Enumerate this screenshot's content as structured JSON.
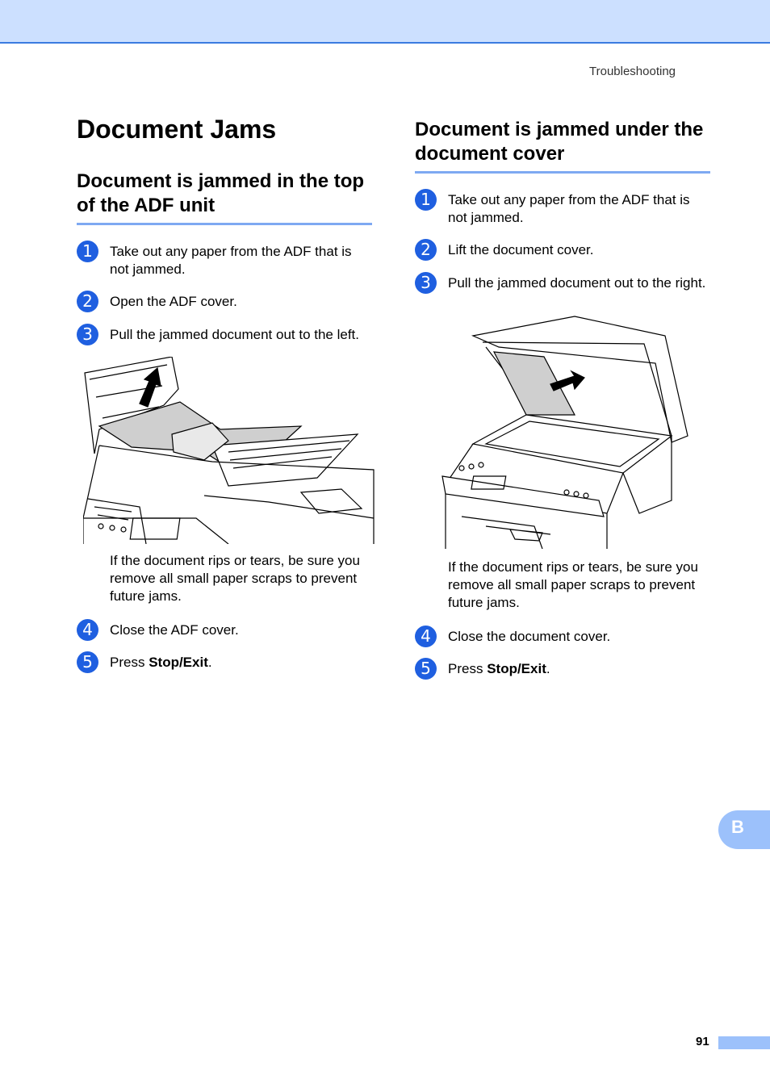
{
  "header": {
    "running_title": "Troubleshooting"
  },
  "page_title": "Document Jams",
  "left": {
    "heading": "Document is jammed in the top of the ADF unit",
    "steps": [
      {
        "num": "1",
        "text": "Take out any paper from the ADF that is not jammed."
      },
      {
        "num": "2",
        "text": "Open the ADF cover."
      },
      {
        "num": "3",
        "text": "Pull the jammed document out to the left."
      }
    ],
    "note": "If the document rips or tears, be sure you remove all small paper scraps to prevent future jams.",
    "steps_after": [
      {
        "num": "4",
        "text": "Close the ADF cover."
      },
      {
        "num": "5",
        "text_prefix": "Press ",
        "bold": "Stop/Exit",
        "text_suffix": "."
      }
    ]
  },
  "right": {
    "heading": "Document is jammed under the document cover",
    "steps": [
      {
        "num": "1",
        "text": "Take out any paper from the ADF that is not jammed."
      },
      {
        "num": "2",
        "text": "Lift the document cover."
      },
      {
        "num": "3",
        "text": "Pull the jammed document out to the right."
      }
    ],
    "note": "If the document rips or tears, be sure you remove all small paper scraps to prevent future jams.",
    "steps_after": [
      {
        "num": "4",
        "text": "Close the document cover."
      },
      {
        "num": "5",
        "text_prefix": "Press ",
        "bold": "Stop/Exit",
        "text_suffix": "."
      }
    ]
  },
  "footer": {
    "tab_letter": "B",
    "page_number": "91"
  },
  "colors": {
    "accent": "#1f5fe0",
    "band": "#cce0ff",
    "rule": "#7ea9f2",
    "tab": "#9cc1fb"
  }
}
